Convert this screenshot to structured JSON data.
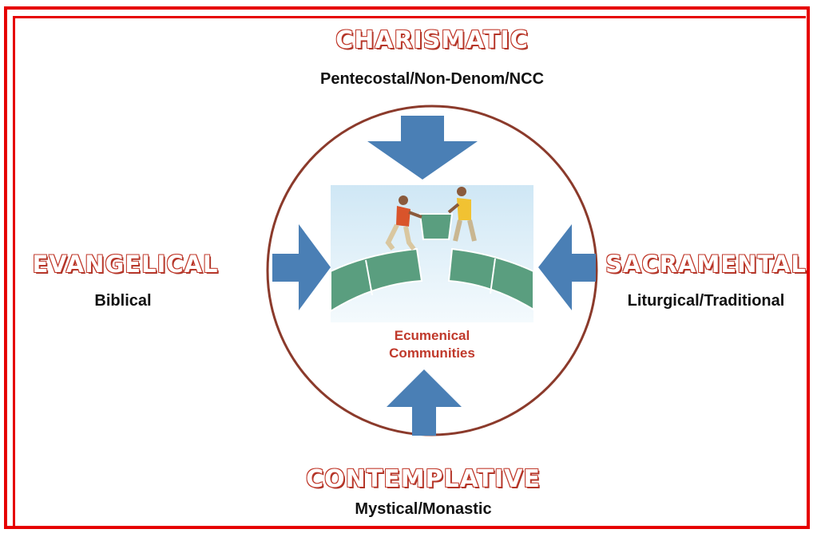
{
  "north": {
    "title": "CHARISMATIC",
    "subtitle": "Pentecostal/Non-Denom/NCC"
  },
  "west": {
    "title": "EVANGELICAL",
    "subtitle": "Biblical"
  },
  "east": {
    "title": "SACRAMENTAL",
    "subtitle": "Liturgical/Traditional"
  },
  "south": {
    "title": "CONTEMPLATIVE",
    "subtitle": "Mystical/Monastic"
  },
  "center": {
    "line1": "Ecumenical",
    "line2": "Communities",
    "image": "bridge-building-illustration-icon"
  },
  "colors": {
    "frame": "#e60000",
    "heading": "#c0392b",
    "circle": "#8b3a2b",
    "arrow": "#4a7fb5",
    "bridge": "#5a9e7f"
  }
}
